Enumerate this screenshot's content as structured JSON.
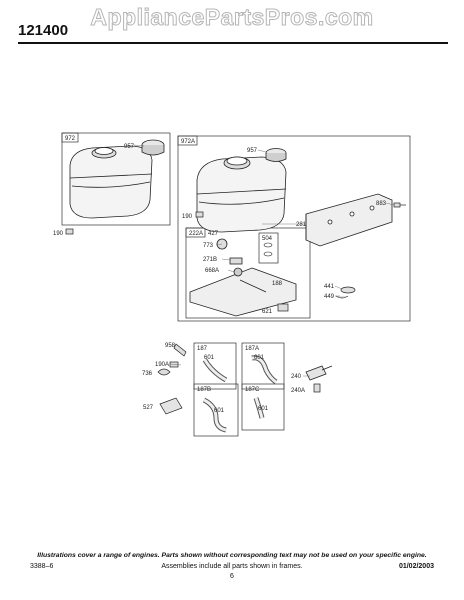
{
  "header": {
    "watermark": "AppliancePartsPros.com",
    "model_number": "121400"
  },
  "frames": {
    "f972": "972",
    "f972A": "972A",
    "f222A": "222A",
    "f504": "504",
    "f187": "187",
    "f187A": "187A",
    "f187B": "187B",
    "f187C": "187C"
  },
  "callouts": {
    "c957a": "957",
    "c190a": "190",
    "c957b": "957",
    "c190b": "190",
    "c883": "883",
    "c281": "281",
    "c427": "427",
    "c773": "773",
    "c271B": "271B",
    "c668A": "668A",
    "c188": "188",
    "c441": "441",
    "c449": "449",
    "c621": "621",
    "c958": "958",
    "c190A": "190A",
    "c736": "736",
    "c601a": "601",
    "c601b": "601",
    "c240": "240",
    "c240A": "240A",
    "c527": "527",
    "c601c": "601",
    "c601d": "601"
  },
  "footer": {
    "disclaimer": "Illustrations cover a range of engines. Parts shown without corresponding text may not be used on your specific engine.",
    "doc_code": "3388–6",
    "assemblies_note": "Assemblies include all parts shown in frames.",
    "date": "01/02/2003",
    "page": "6"
  }
}
